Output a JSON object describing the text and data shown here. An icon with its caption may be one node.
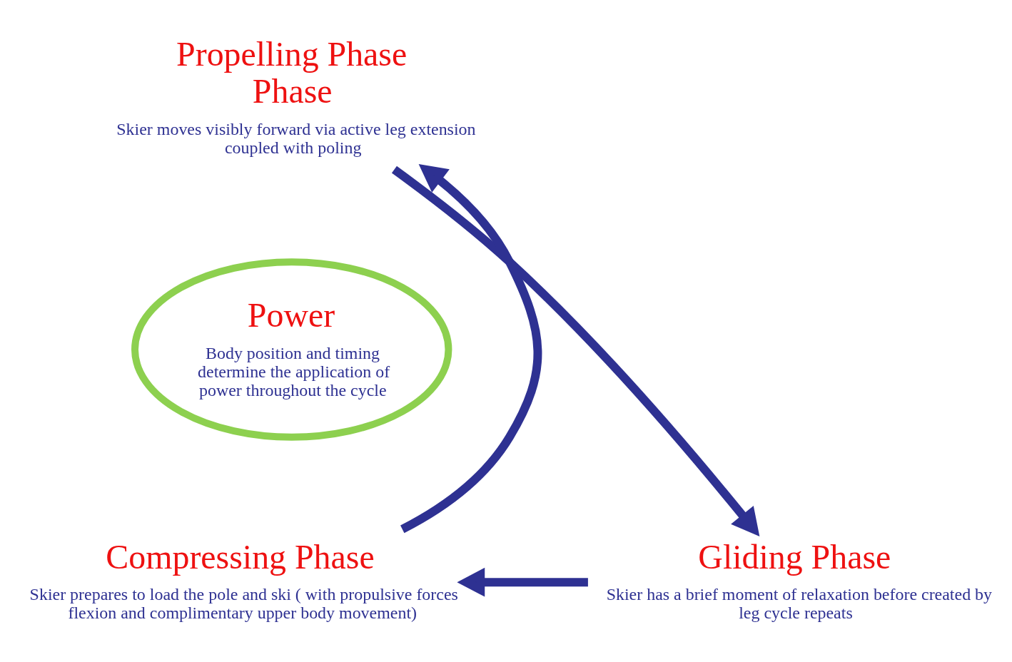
{
  "diagram": {
    "nodes": [
      {
        "text": [
          "Propelling Phase Phase",
          "Skier moves visibly forward via active leg extension coupled with poling"
        ]
      },
      {
        "text": [
          "Power",
          "Body position and timing determine the application of power throughout the cycle"
        ]
      },
      {
        "text": [
          "Compressing Phase",
          "Skier prepares to load the pole and ski ( with propulsive forces flexion and complimentary upper body movement)"
        ]
      },
      {
        "text": [
          "Gliding Phase",
          "Skier has a brief moment of relaxation before created by leg cycle repeats"
        ]
      }
    ],
    "edges": [
      {
        "from": 2,
        "to": 0,
        "arrow": "to"
      },
      {
        "from": 0,
        "to": 3,
        "arrow": "to"
      },
      {
        "from": 3,
        "to": 2,
        "arrow": "to"
      }
    ]
  }
}
